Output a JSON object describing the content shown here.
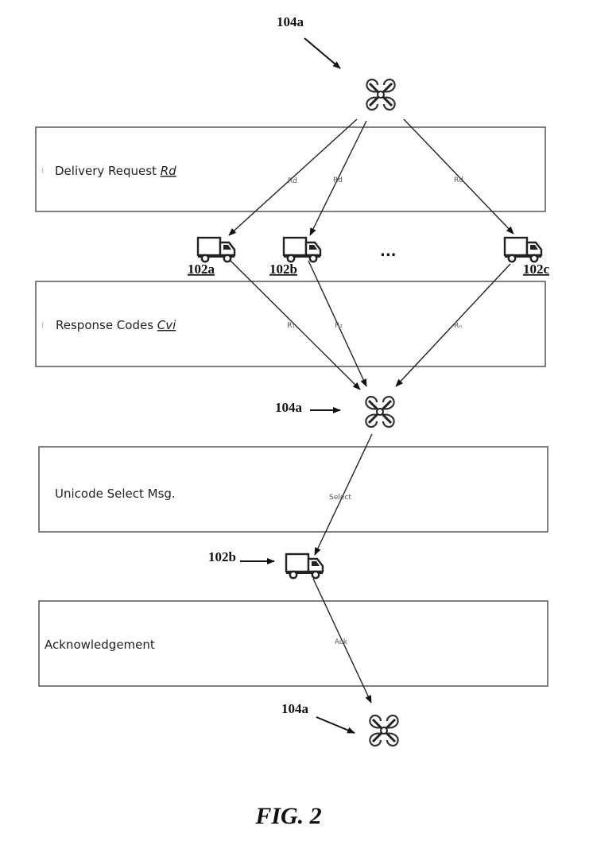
{
  "figure": {
    "caption": "FIG. 2"
  },
  "nodes": {
    "drone_top": {
      "ref": "104a"
    },
    "drone_middle": {
      "ref": "104a"
    },
    "drone_bottom": {
      "ref": "104a"
    },
    "truck_a": {
      "ref": "102a"
    },
    "truck_b": {
      "ref": "102b"
    },
    "truck_c": {
      "ref": "102c"
    },
    "truck_selected": {
      "ref": "102b"
    },
    "ellipsis": "..."
  },
  "stages": {
    "delivery_request": {
      "label": "Delivery Request ",
      "symbol": "Rd"
    },
    "response_codes": {
      "label": "Response Codes ",
      "symbol": "Cvi"
    },
    "select_msg": {
      "label": "Unicode Select Msg."
    },
    "acknowledgement": {
      "label": "Acknowledgement"
    }
  },
  "arrows": {
    "rd_a": "Rd",
    "rd_b": "Rd",
    "rd_c": "Rd",
    "r_a": "R₁",
    "r_b": "R₂",
    "r_c": "Rₙ",
    "select": "Select",
    "ack": "Ack"
  }
}
